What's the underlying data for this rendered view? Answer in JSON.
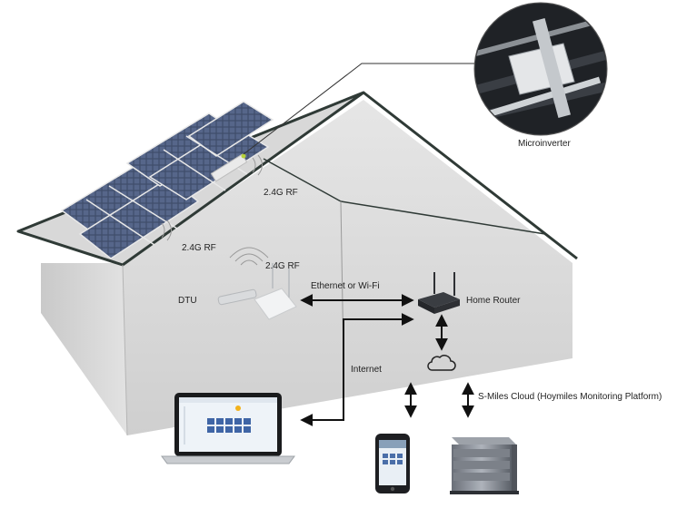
{
  "labels": {
    "microinverter": "Microinverter",
    "rf_upper": "2.4G RF",
    "rf_left": "2.4G RF",
    "rf_dtu": "2.4G RF",
    "dtu": "DTU",
    "ethernet": "Ethernet or Wi-Fi",
    "home_router": "Home Router",
    "internet": "Internet",
    "cloud": "S-Miles Cloud (Hoymiles Monitoring Platform)"
  },
  "icons": {
    "solar_panels": "solar-panel-icon",
    "microinverter": "microinverter-photo-icon",
    "dtu": "dtu-device-icon",
    "router": "router-icon",
    "cloud": "cloud-icon",
    "laptop": "laptop-icon",
    "phone": "smartphone-icon",
    "server": "server-icon"
  },
  "colors": {
    "house_fill": "#dcdcdc",
    "house_outline": "#2f3a36",
    "panel_cell": "#3f4d6a",
    "arrow": "#111111"
  }
}
